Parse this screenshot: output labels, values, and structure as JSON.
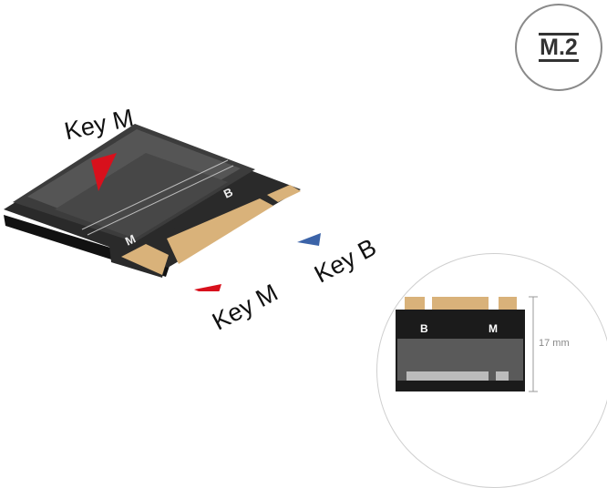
{
  "badge": {
    "label": "M.2"
  },
  "annotations": {
    "key_m_top": "Key M",
    "key_m_bottom": "Key M",
    "key_b": "Key B"
  },
  "board": {
    "label_b": "B",
    "label_m": "M"
  },
  "detail": {
    "label_b": "B",
    "label_m": "M",
    "dimension": "17 mm"
  },
  "colors": {
    "marker_red": "#d8101c",
    "marker_blue": "#3b63a8",
    "pcb": "#1d1d1d",
    "gold": "#d9b27a"
  }
}
